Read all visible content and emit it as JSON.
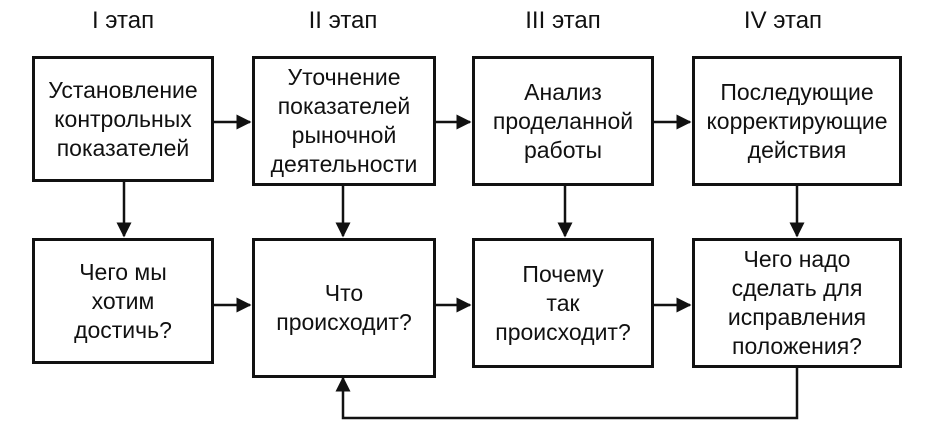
{
  "stages": [
    {
      "label": "I этап"
    },
    {
      "label": "II этап"
    },
    {
      "label": "III этап"
    },
    {
      "label": "IV этап"
    }
  ],
  "top_boxes": [
    {
      "text": "Установление\nконтрольных\nпоказателей"
    },
    {
      "text": "Уточнение\nпоказателей\nрыночной\nдеятельности"
    },
    {
      "text": "Анализ\nпроделанной\nработы"
    },
    {
      "text": "Последующие\nкорректирующие\nдействия"
    }
  ],
  "bottom_boxes": [
    {
      "text": "Чего мы\nхотим\nдостичь?"
    },
    {
      "text": "Что\nпроисходит?"
    },
    {
      "text": "Почему\nтак\nпроисходит?"
    },
    {
      "text": "Чего надо\nсделать для\nисправления\nположения?"
    }
  ]
}
